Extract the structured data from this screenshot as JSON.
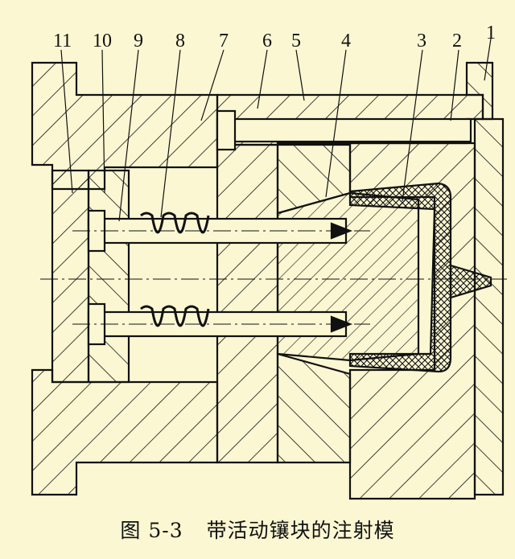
{
  "labels": [
    "11",
    "10",
    "9",
    "8",
    "7",
    "6",
    "5",
    "4",
    "3",
    "2",
    "1"
  ],
  "caption": {
    "figure_no": "图 5-3",
    "title": "带活动镶块的注射模"
  },
  "colors": {
    "background": "#fbf7d2",
    "ink": "#111111"
  }
}
